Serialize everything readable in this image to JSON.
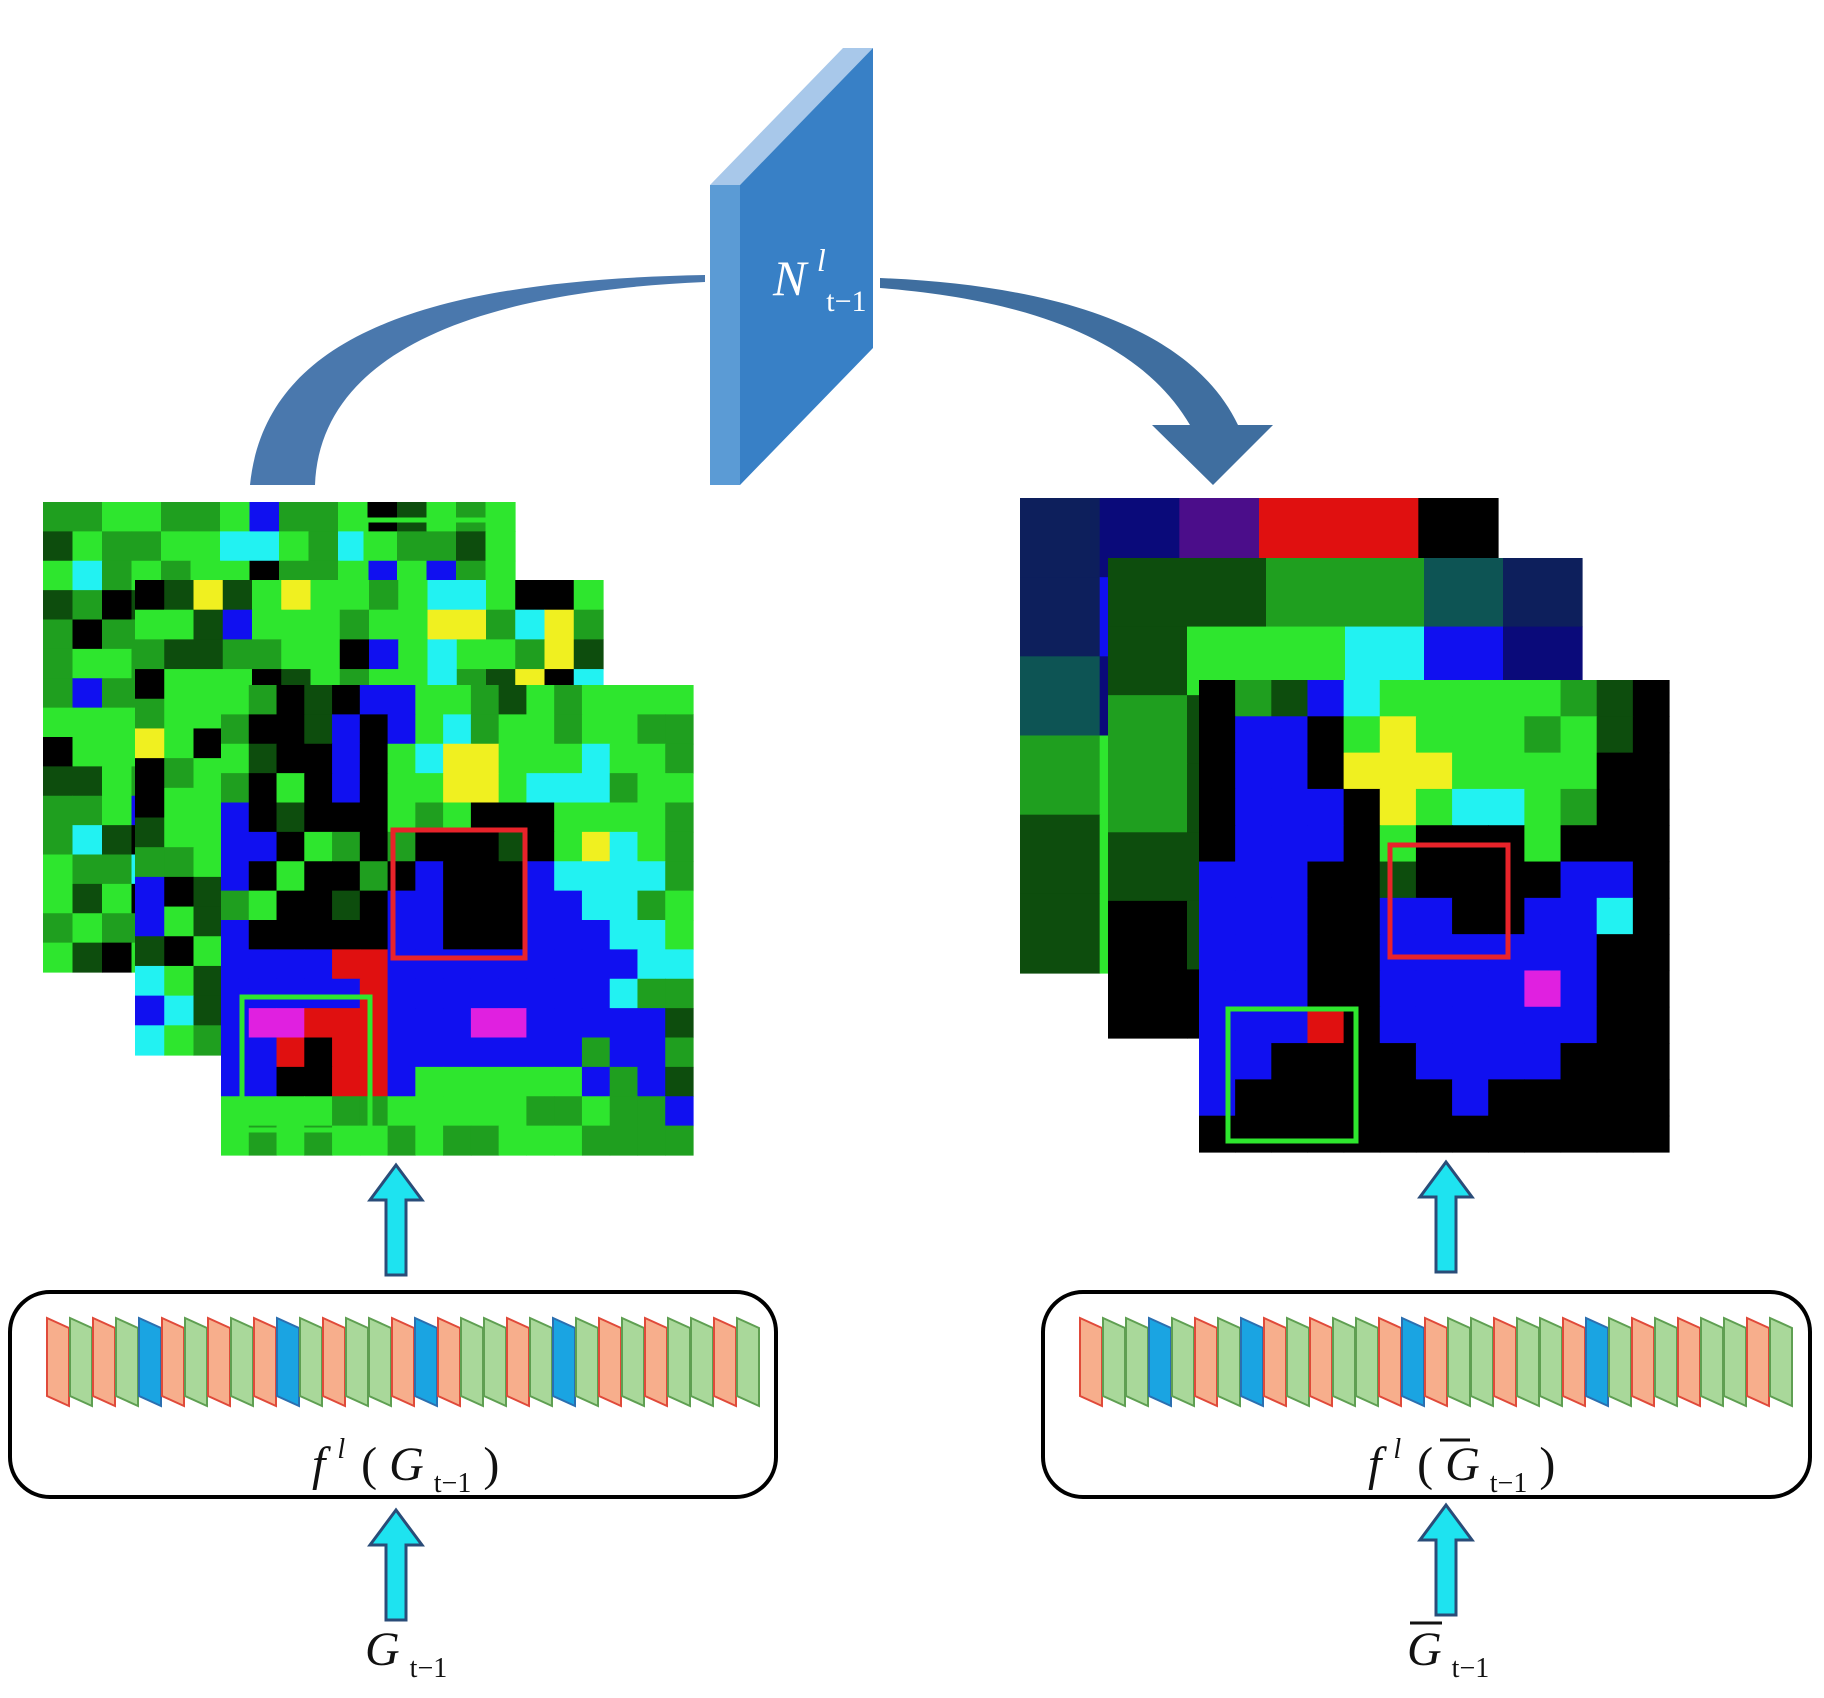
{
  "network": {
    "label_main": "N",
    "label_sup": "l",
    "label_sub": "t−1"
  },
  "left": {
    "feature_label": {
      "fn": "f",
      "sup": "l",
      "paren_open": "(",
      "var": "G",
      "sub": "t−1",
      "paren_close": ")"
    },
    "input_label": {
      "var": "G",
      "sub": "t−1"
    },
    "strip_pattern": [
      "salmon",
      "green",
      "salmon",
      "green",
      "blue",
      "salmon",
      "green",
      "salmon",
      "green",
      "salmon",
      "blue",
      "green",
      "salmon",
      "green",
      "green",
      "salmon",
      "blue",
      "salmon",
      "green",
      "green",
      "salmon",
      "green",
      "blue",
      "green",
      "salmon",
      "green",
      "salmon",
      "green",
      "green",
      "salmon",
      "green"
    ]
  },
  "right": {
    "feature_label": {
      "fn": "f",
      "sup": "l",
      "paren_open": "(",
      "var": "G",
      "sub": "t−1",
      "paren_close": ")"
    },
    "input_label": {
      "var": "G",
      "sub": "t−1"
    },
    "strip_pattern": [
      "salmon",
      "green",
      "green",
      "blue",
      "green",
      "salmon",
      "green",
      "blue",
      "salmon",
      "green",
      "salmon",
      "green",
      "green",
      "salmon",
      "blue",
      "salmon",
      "green",
      "green",
      "salmon",
      "green",
      "green",
      "salmon",
      "blue",
      "green",
      "salmon",
      "green",
      "salmon",
      "green",
      "green",
      "salmon",
      "green"
    ]
  },
  "colors": {
    "network_front": "#3880c6",
    "network_side": "#5b9bd5",
    "network_top": "#a8c8ea",
    "arrow_blue": "#4774a8",
    "small_arrow": "#1ee3f0",
    "box_red": "#e8232a",
    "box_green": "#2ee62e",
    "strip_salmon": "#f7ae8c",
    "strip_green": "#a9d89a",
    "strip_blue": "#1aa4e2"
  }
}
